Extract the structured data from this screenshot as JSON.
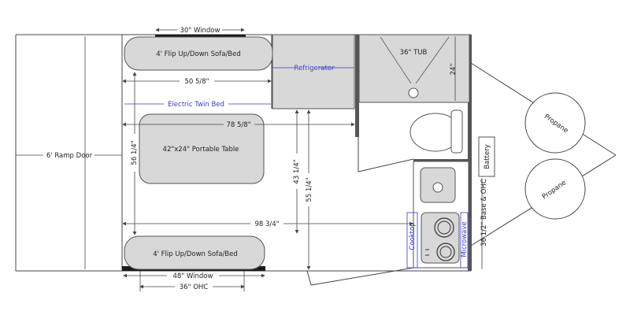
{
  "labels": {
    "ramp_door": "6' Ramp Door",
    "window_top": "30\" Window",
    "sofa_top": "4' Flip Up/Down Sofa/Bed",
    "dim_50": "50 5/8\"",
    "electric_bed": "Electric Twin Bed",
    "dim_78": "78 5/8\"",
    "dim_56": "56 1/4\"",
    "table": "42\"x24\" Portable Table",
    "dim_43": "43 1/4\"",
    "dim_55": "55 1/4\"",
    "dim_98": "98 3/4\"",
    "sofa_bottom": "4' Flip Up/Down Sofa/Bed",
    "window_bottom": "48\" Window",
    "ohc_bottom": "36\" OHC",
    "refrigerator": "Refrigerator",
    "tub": "36\" TUB",
    "dim_24": "24\"",
    "cooktop": "Cooktop",
    "microwave": "Microwave",
    "base_ohc": "36 1/2\" Base & OHC",
    "battery": "Battery",
    "propane_1": "Propane",
    "propane_2": "Propane"
  },
  "colors": {
    "furniture_fill": "#d8d8d8",
    "wall_stroke": "#444444",
    "label_blue": "#3a3acc",
    "window_fill": "#1a1a1a"
  }
}
